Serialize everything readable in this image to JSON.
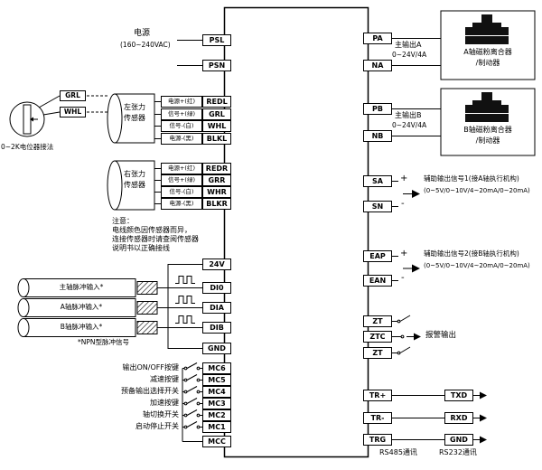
{
  "terminals": {
    "left": [
      "PSL",
      "PSN",
      "REDL",
      "GRL",
      "WHL",
      "BLKL",
      "REDR",
      "GRR",
      "WHR",
      "BLKR",
      "24V",
      "DI0",
      "DIA",
      "DIB",
      "GND",
      "MC6",
      "MC5",
      "MC4",
      "MC3",
      "MC2",
      "MC1",
      "MCC"
    ],
    "right": [
      "PA",
      "NA",
      "PB",
      "NB",
      "SA",
      "SN",
      "EAP",
      "EAN",
      "ZT",
      "ZTC",
      "ZT",
      "TR+",
      "TR-",
      "TRG"
    ],
    "rs232_pins": [
      "TXD",
      "RXD",
      "GND"
    ]
  },
  "left": {
    "power_label": "电源",
    "power_range": "(160~240VAC)",
    "pot_caption": "0~2K电位器接法",
    "pot_taps": [
      "GRL",
      "WHL"
    ],
    "sensor_left_name": [
      "左张力",
      "传感器"
    ],
    "sensor_right_name": [
      "右张力",
      "传感器"
    ],
    "sensor_wires": [
      "电源+(红)",
      "信号+(绿)",
      "信号-(白)",
      "电源-(黑)"
    ],
    "note_lines": [
      "注意：",
      "电线颜色因传感器而异，",
      "连接传感器时请查阅传感器",
      "说明书以正确接线"
    ],
    "pulse_inputs": [
      "主轴脉冲输入*",
      "A轴脉冲输入*",
      "B轴脉冲输入*"
    ],
    "npn_note": "*NPN型脉冲信号",
    "switch_labels": [
      "输出ON/OFF按键",
      "减速按键",
      "预备输出选择开关",
      "加速按键",
      "轴切换开关",
      "启动停止开关"
    ]
  },
  "right": {
    "main_output_a": [
      "主输出A",
      "0~24V/4A"
    ],
    "main_output_b": [
      "主输出B",
      "0~24V/4A"
    ],
    "clutch_a": [
      "A轴磁粉离合器",
      "/制动器"
    ],
    "clutch_b": [
      "B轴磁粉离合器",
      "/制动器"
    ],
    "aux1": [
      "辅助输出信号1(接A轴执行机构)",
      "(0~5V/0~10V/4~20mA/0~20mA)"
    ],
    "aux2": [
      "辅助输出信号2(接B轴执行机构)",
      "(0~5V/0~10V/4~20mA/0~20mA)"
    ],
    "plus": "+",
    "minus": "-",
    "alarm_label": "报警输出",
    "rs485_label": "RS485通讯",
    "rs232_label": "RS232通讯"
  }
}
